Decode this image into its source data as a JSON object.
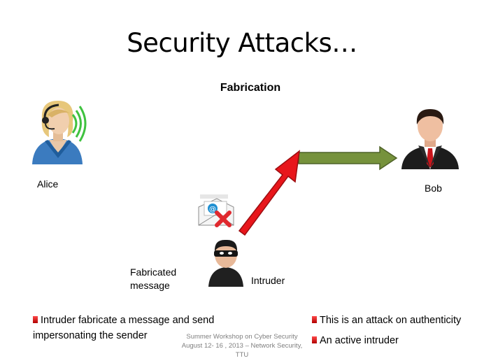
{
  "slide": {
    "title": "Security Attacks…",
    "subtitle": "Fabrication"
  },
  "actors": {
    "alice": "Alice",
    "bob": "Bob",
    "intruder": "Intruder",
    "fabricated_message_line1": "Fabricated",
    "fabricated_message_line2": "message"
  },
  "bullets": {
    "left_line1": "Intruder fabricate a message and send",
    "left_line2": "impersonating the sender",
    "right_1": "This is an attack on authenticity",
    "right_2": "An active intruder"
  },
  "footer": {
    "line1": "Summer Workshop  on  Cyber Security",
    "line2": "August 12- 16 , 2013 – Network Security,",
    "line3": "TTU"
  },
  "colors": {
    "red_arrow": "#e8161b",
    "green_arrow": "#76923c",
    "bullet": "#c00000"
  },
  "icons": {
    "alice": "woman-headset-icon",
    "bob": "businessman-icon",
    "intruder": "masked-thief-icon",
    "message": "email-envelope-x-icon"
  }
}
